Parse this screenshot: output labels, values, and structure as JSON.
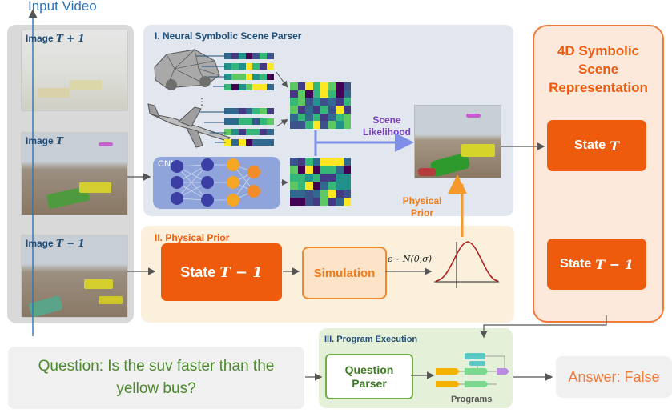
{
  "input_video_label": "Input Video",
  "frames": [
    {
      "label": "Image",
      "var": "T + 1"
    },
    {
      "label": "Image",
      "var": "T"
    },
    {
      "label": "Image",
      "var": "T − 1"
    }
  ],
  "parser": {
    "title": "I. Neural Symbolic Scene Parser",
    "cnn_label": "CNN",
    "scene_likelihood": "Scene Likelihood",
    "ellipsis": "⋮"
  },
  "prior": {
    "title": "II. Physical Prior",
    "state_label": "State",
    "state_var": "T − 1",
    "simulation_label": "Simulation",
    "noise_formula": "ϵ∼ N(0,σ)",
    "physical_prior_label": "Physical Prior"
  },
  "representation": {
    "title": "4D Symbolic Scene Representation",
    "state_t_label": "State",
    "state_t_var": "T",
    "state_t1_label": "State",
    "state_t1_var": "T − 1"
  },
  "program": {
    "title": "III. Program Execution",
    "parser_label": "Question Parser",
    "programs_label": "Programs"
  },
  "question": "Question: Is the suv faster than the yellow bus?",
  "answer": "Answer: False",
  "colors": {
    "orange": "#ef5b0c",
    "parser_bg": "#e2e6ef",
    "prior_bg": "#fbf0dc",
    "program_bg": "#e5f0d8",
    "repr_bg": "#fde9dc",
    "purple": "#7b3fc4",
    "blue_arrow": "#7f8fe8",
    "green": "#70ad47"
  }
}
